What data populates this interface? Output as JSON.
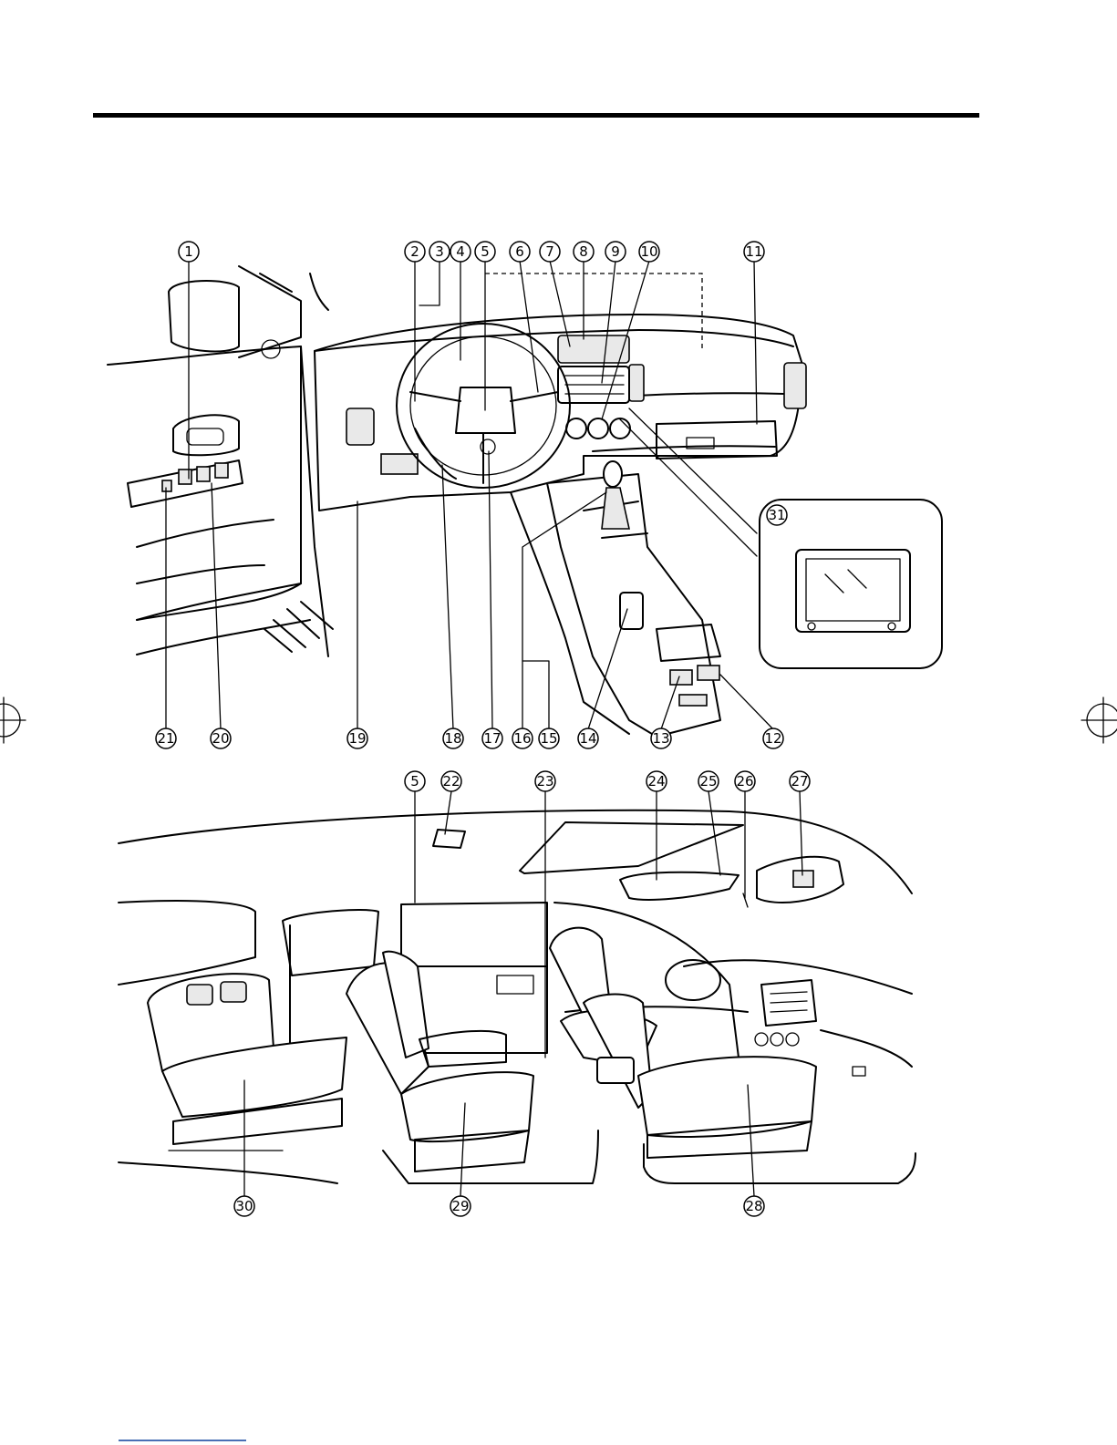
{
  "callouts_top": [
    {
      "id": "c1",
      "label": "1"
    },
    {
      "id": "c2",
      "label": "2"
    },
    {
      "id": "c3",
      "label": "3"
    },
    {
      "id": "c4",
      "label": "4"
    },
    {
      "id": "c5",
      "label": "5"
    },
    {
      "id": "c6",
      "label": "6"
    },
    {
      "id": "c7",
      "label": "7"
    },
    {
      "id": "c8",
      "label": "8"
    },
    {
      "id": "c9",
      "label": "9"
    },
    {
      "id": "c10",
      "label": "10"
    },
    {
      "id": "c11",
      "label": "11"
    },
    {
      "id": "c31",
      "label": "31"
    },
    {
      "id": "c21",
      "label": "21"
    },
    {
      "id": "c20",
      "label": "20"
    },
    {
      "id": "c19",
      "label": "19"
    },
    {
      "id": "c18",
      "label": "18"
    },
    {
      "id": "c17",
      "label": "17"
    },
    {
      "id": "c16",
      "label": "16"
    },
    {
      "id": "c15",
      "label": "15"
    },
    {
      "id": "c14",
      "label": "14"
    },
    {
      "id": "c13",
      "label": "13"
    },
    {
      "id": "c12",
      "label": "12"
    }
  ],
  "callouts_bottom": [
    {
      "id": "b5",
      "label": "5"
    },
    {
      "id": "b22",
      "label": "22"
    },
    {
      "id": "b23",
      "label": "23"
    },
    {
      "id": "b24",
      "label": "24"
    },
    {
      "id": "b25",
      "label": "25"
    },
    {
      "id": "b26",
      "label": "26"
    },
    {
      "id": "b27",
      "label": "27"
    },
    {
      "id": "b30",
      "label": "30"
    },
    {
      "id": "b29",
      "label": "29"
    },
    {
      "id": "b28",
      "label": "28"
    }
  ]
}
